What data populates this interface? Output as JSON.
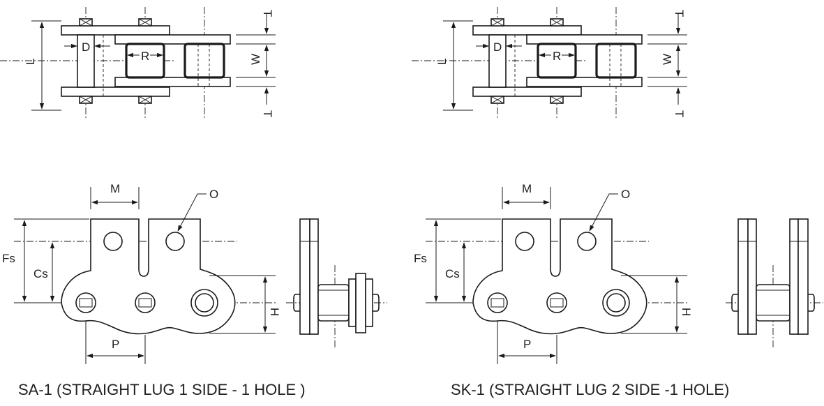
{
  "left_figure": {
    "top_view_labels": {
      "d": "D",
      "r": "R",
      "l": "L",
      "w": "W",
      "t_top": "T",
      "t_bottom": "T"
    },
    "front_view_labels": {
      "m": "M",
      "o": "O",
      "fs": "Fs",
      "cs": "Cs",
      "p": "P",
      "h": "H"
    },
    "caption": "SA-1 (STRAIGHT LUG 1 SIDE - 1 HOLE )"
  },
  "right_figure": {
    "top_view_labels": {
      "d": "D",
      "r": "R",
      "l": "L",
      "w": "W",
      "t_top": "T",
      "t_bottom": "T"
    },
    "front_view_labels": {
      "m": "M",
      "o": "O",
      "fs": "Fs",
      "cs": "Cs",
      "p": "P",
      "h": "H"
    },
    "caption": "SK-1 (STRAIGHT LUG 2 SIDE -1 HOLE)"
  }
}
